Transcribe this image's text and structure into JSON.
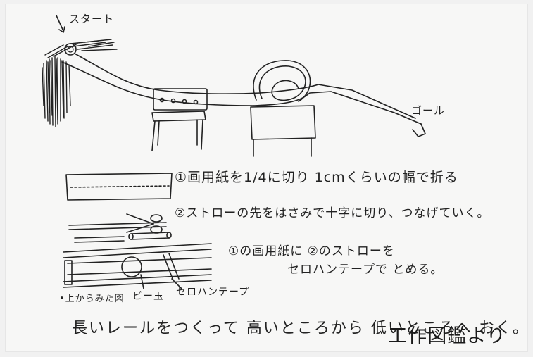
{
  "labels": {
    "start": "スタート",
    "goal": "ゴール",
    "step1": "①画用紙を1/4に切り 1cmくらいの幅で折る",
    "step2": "②ストローの先をはさみで十字に切り、つなげていく。",
    "step3_line1": "①の画用紙に ②のストローを",
    "step3_line2": "セロハンテープで とめる。",
    "top_view": "•上からみた図",
    "marble": "ビー玉",
    "tape": "セロハンテープ",
    "bottom_line": "長いレールをつくって 高いところから 低いところへ おく。",
    "caption": "工作図鑑より"
  },
  "icons": [
    "pencil-arrow-icon",
    "marble-icon",
    "scissors-icon",
    "straw-icon",
    "chair-icon",
    "rail-track-icon"
  ]
}
